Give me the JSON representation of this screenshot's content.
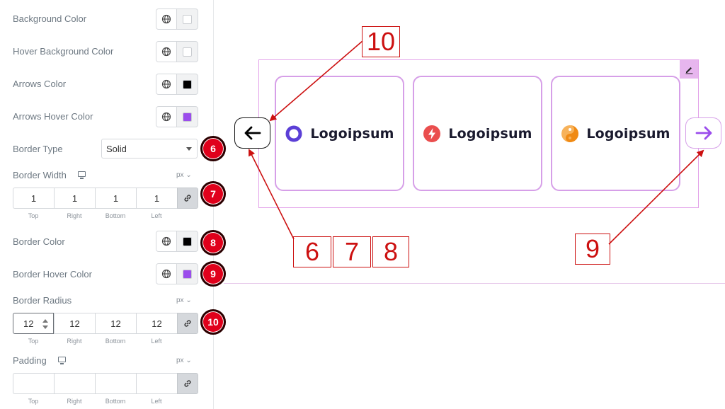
{
  "panel": {
    "background_color": {
      "label": "Background Color",
      "swatch": "#ffffff"
    },
    "hover_background_color": {
      "label": "Hover Background Color",
      "swatch": "#ffffff"
    },
    "arrows_color": {
      "label": "Arrows Color",
      "swatch": "#000000"
    },
    "arrows_hover_color": {
      "label": "Arrows Hover Color",
      "swatch": "#9b4dec"
    },
    "border_type": {
      "label": "Border Type",
      "value": "Solid"
    },
    "border_width": {
      "label": "Border Width",
      "unit": "px",
      "values": [
        "1",
        "1",
        "1",
        "1"
      ],
      "sides": [
        "Top",
        "Right",
        "Bottom",
        "Left"
      ]
    },
    "border_color": {
      "label": "Border Color",
      "swatch": "#000000"
    },
    "border_hover_color": {
      "label": "Border Hover Color",
      "swatch": "#9b4dec"
    },
    "border_radius": {
      "label": "Border Radius",
      "unit": "px",
      "values": [
        "12",
        "12",
        "12",
        "12"
      ],
      "sides": [
        "Top",
        "Right",
        "Bottom",
        "Left"
      ]
    },
    "padding": {
      "label": "Padding",
      "unit": "px",
      "values": [
        "",
        "",
        "",
        ""
      ],
      "sides": [
        "Top",
        "Right",
        "Bottom",
        "Left"
      ]
    }
  },
  "badges": [
    "6",
    "7",
    "8",
    "9",
    "10"
  ],
  "carousel": {
    "logos": [
      {
        "text": "Logoipsum",
        "icon": "ring-logo-icon",
        "color": "#5b3fd6"
      },
      {
        "text": "Logoipsum",
        "icon": "bolt-logo-icon",
        "color": "#ea4e4e"
      },
      {
        "text": "Logoipsum",
        "icon": "yin-yang-logo-icon",
        "color": "#f39a2b"
      }
    ],
    "prev_icon": "arrow-left-icon",
    "next_icon": "arrow-right-icon"
  },
  "callouts": {
    "ten": "10",
    "six": "6",
    "seven": "7",
    "eight": "8",
    "nine": "9"
  },
  "colors": {
    "accent": "#9b4dec",
    "annotation": "#cc1010",
    "badge": "#e0001b",
    "widget_border": "#e3a2ea"
  }
}
